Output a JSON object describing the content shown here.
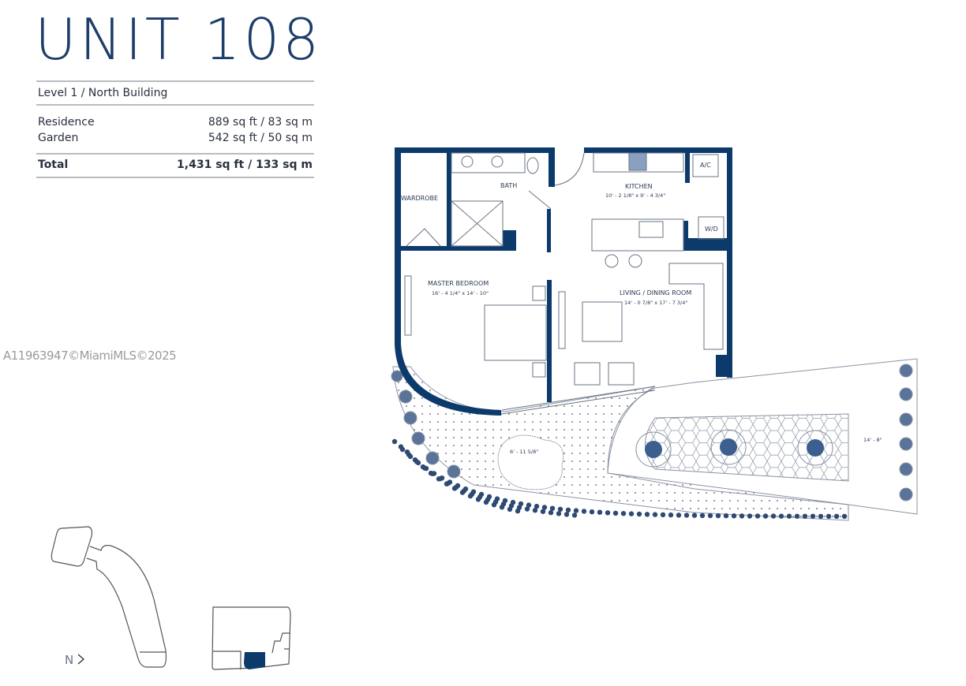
{
  "header": {
    "title": "UNIT 108",
    "location": "Level 1 / North Building"
  },
  "areas": [
    {
      "label": "Residence",
      "value": "889 sq ft / 83 sq m"
    },
    {
      "label": "Garden",
      "value": "542 sq ft / 50 sq m"
    }
  ],
  "total": {
    "label": "Total",
    "value": "1,431 sq ft / 133 sq m"
  },
  "watermark": "A11963947©MiamiMLS©2025",
  "rooms": {
    "wardrobe": "WARDROBE",
    "bath": "BATH",
    "kitchen": "KITCHEN",
    "kitchen_dim": "10' - 2 1/8\" x 9' - 4 3/4\"",
    "ac": "A/C",
    "wd": "W/D",
    "master": "MASTER BEDROOM",
    "master_dim": "16' - 4 1/4\" x 14' - 10\"",
    "living": "LIVING / DINING ROOM",
    "living_dim": "14' - 0 7/8\" x 17' - 7 3/4\"",
    "garden_dim": "6' - 11 5/8\"",
    "terrace_dim": "14' - 8\""
  },
  "keyplan": {
    "north_label": "N",
    "highlight_color": "#0b3a6b"
  },
  "colors": {
    "wall": "#0b3a6b",
    "text": "#1d3d6a"
  }
}
